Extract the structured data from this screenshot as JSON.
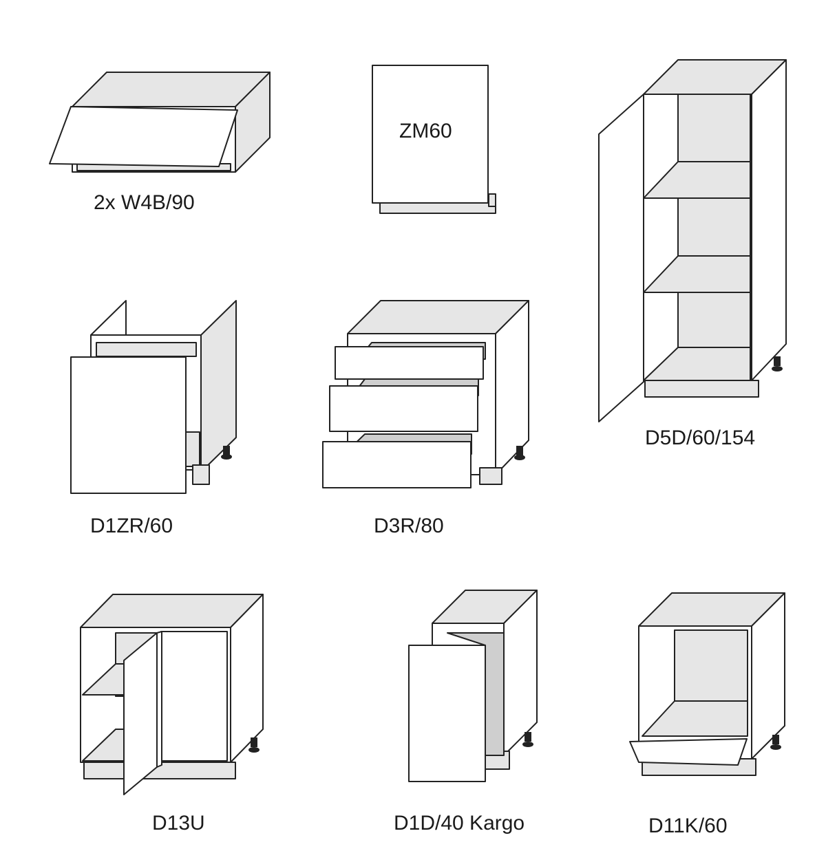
{
  "cabinets": [
    {
      "label": "2x W4B/90"
    },
    {
      "label": "ZM60"
    },
    {
      "label": "D5D/60/154"
    },
    {
      "label": "D1ZR/60"
    },
    {
      "label": "D3R/80"
    },
    {
      "label": "D13U"
    },
    {
      "label": "D1D/40 Kargo"
    },
    {
      "label": "D11K/60"
    }
  ]
}
